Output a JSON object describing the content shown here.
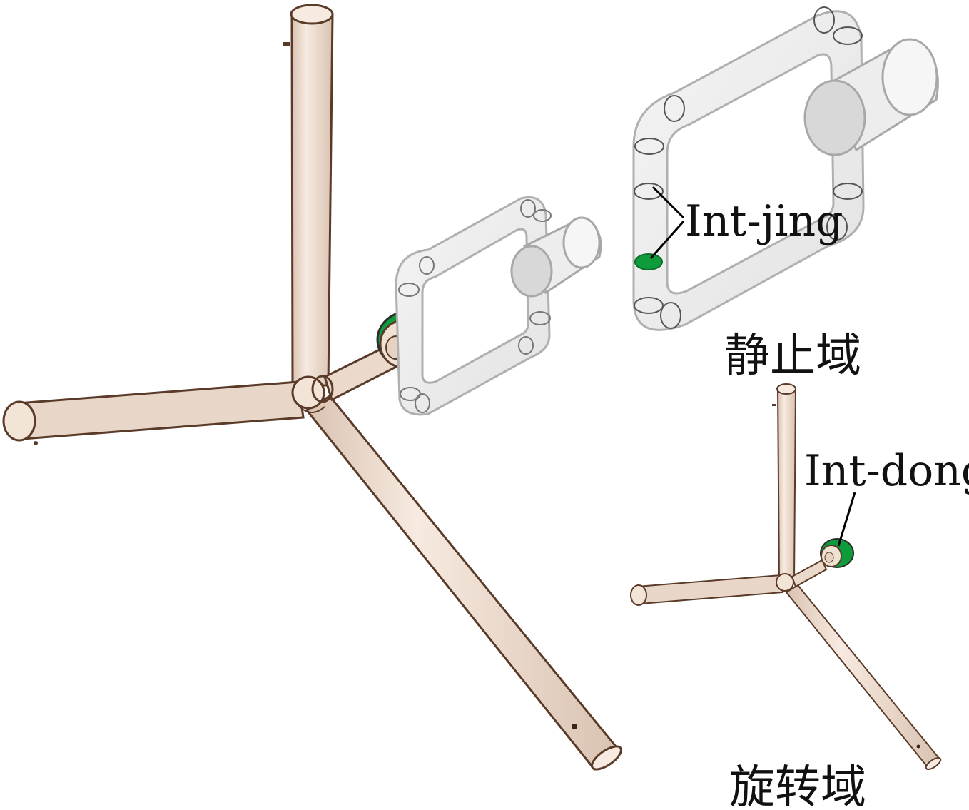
{
  "labels": {
    "int_jing": "Int-jing",
    "int_dong": "Int-dong",
    "static_domain": "静止域",
    "rotating_domain": "旋转域"
  },
  "colors": {
    "pipe_fill": "#F5E6DA",
    "pipe_shade": "#E2CDBE",
    "pipe_edge": "#5A3A28",
    "glass_fill": "#EFEFEF",
    "glass_edge": "#B8B8B8",
    "interface_green": "#0E9B3C",
    "leader_line": "#000000"
  }
}
